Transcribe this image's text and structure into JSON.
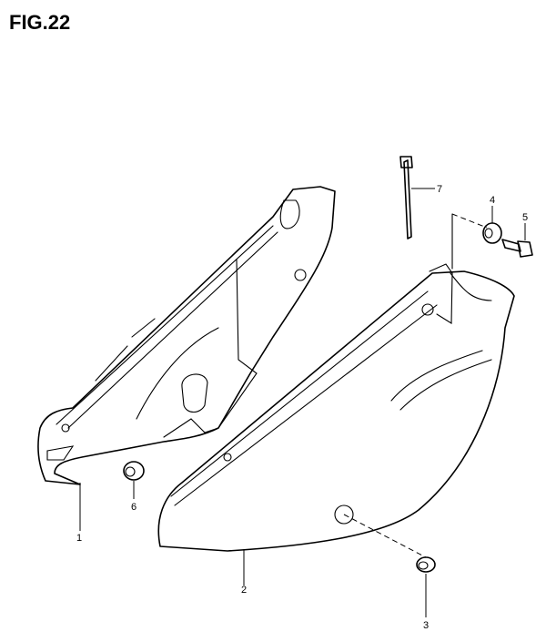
{
  "figure": {
    "title": "FIG.22"
  },
  "callouts": [
    {
      "id": "1",
      "label": "1"
    },
    {
      "id": "2",
      "label": "2"
    },
    {
      "id": "3",
      "label": "3"
    },
    {
      "id": "4",
      "label": "4"
    },
    {
      "id": "5",
      "label": "5"
    },
    {
      "id": "6",
      "label": "6"
    },
    {
      "id": "7",
      "label": "7"
    }
  ]
}
